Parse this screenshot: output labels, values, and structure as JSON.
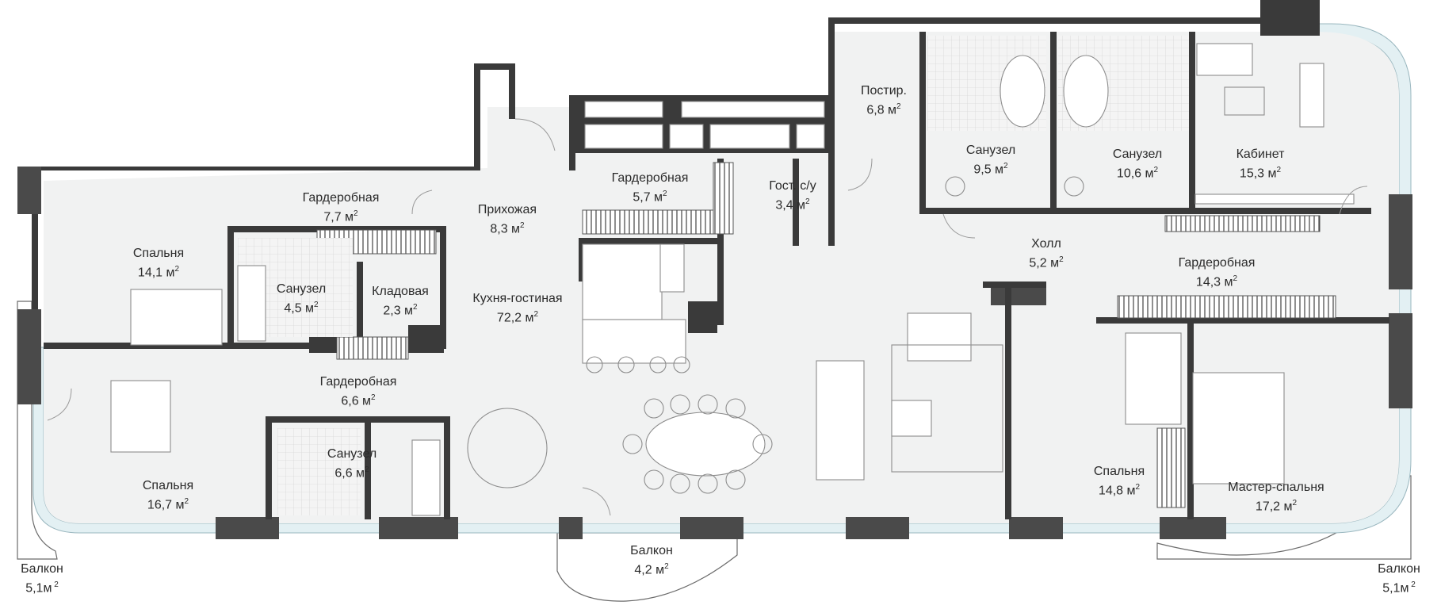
{
  "plan": {
    "rooms": [
      {
        "id": "bedroom-1",
        "name": "Спальня",
        "area": "14,1 м",
        "sup": "2"
      },
      {
        "id": "wardrobe-1",
        "name": "Гардеробная",
        "area": "7,7 м",
        "sup": "2"
      },
      {
        "id": "bathroom-1",
        "name": "Санузел",
        "area": "4,5 м",
        "sup": "2"
      },
      {
        "id": "pantry",
        "name": "Кладовая",
        "area": "2,3 м",
        "sup": "2"
      },
      {
        "id": "entrance-hall",
        "name": "Прихожая",
        "area": "8,3 м",
        "sup": "2"
      },
      {
        "id": "wardrobe-2",
        "name": "Гардеробная",
        "area": "5,7 м",
        "sup": "2"
      },
      {
        "id": "guest-wc",
        "name": "Гост. с/у",
        "area": "3,4 м",
        "sup": "2"
      },
      {
        "id": "laundry",
        "name": "Постир.",
        "area": "6,8 м",
        "sup": "2"
      },
      {
        "id": "bathroom-2",
        "name": "Санузел",
        "area": "9,5 м",
        "sup": "2"
      },
      {
        "id": "bathroom-3",
        "name": "Санузел",
        "area": "10,6 м",
        "sup": "2"
      },
      {
        "id": "study",
        "name": "Кабинет",
        "area": "15,3 м",
        "sup": "2"
      },
      {
        "id": "hall",
        "name": "Холл",
        "area": "5,2 м",
        "sup": "2"
      },
      {
        "id": "wardrobe-3",
        "name": "Гардеробная",
        "area": "14,3 м",
        "sup": "2"
      },
      {
        "id": "kitchen-living",
        "name": "Кухня-гостиная",
        "area": "72,2 м",
        "sup": "2"
      },
      {
        "id": "wardrobe-4",
        "name": "Гардеробная",
        "area": "6,6 м",
        "sup": "2"
      },
      {
        "id": "bathroom-4",
        "name": "Санузел",
        "area": "6,6 м",
        "sup": "2"
      },
      {
        "id": "bedroom-2",
        "name": "Спальня",
        "area": "16,7 м",
        "sup": "2"
      },
      {
        "id": "bedroom-3",
        "name": "Спальня",
        "area": "14,8 м",
        "sup": "2"
      },
      {
        "id": "master-bedroom",
        "name": "Мастер-спальня",
        "area": "17,2 м",
        "sup": "2"
      }
    ],
    "balconies": [
      {
        "id": "balcony-left",
        "name": "Балкон",
        "area": "5,1м",
        "sup": " 2"
      },
      {
        "id": "balcony-center",
        "name": "Балкон",
        "area": "4,2 м",
        "sup": "2"
      },
      {
        "id": "balcony-right",
        "name": "Балкон",
        "area": "5,1м",
        "sup": " 2"
      }
    ],
    "colors": {
      "wall": "#3a3a3a",
      "floor": "#f1f2f2",
      "glazing": "#e3f0f3",
      "text": "#2b2b2b"
    }
  }
}
